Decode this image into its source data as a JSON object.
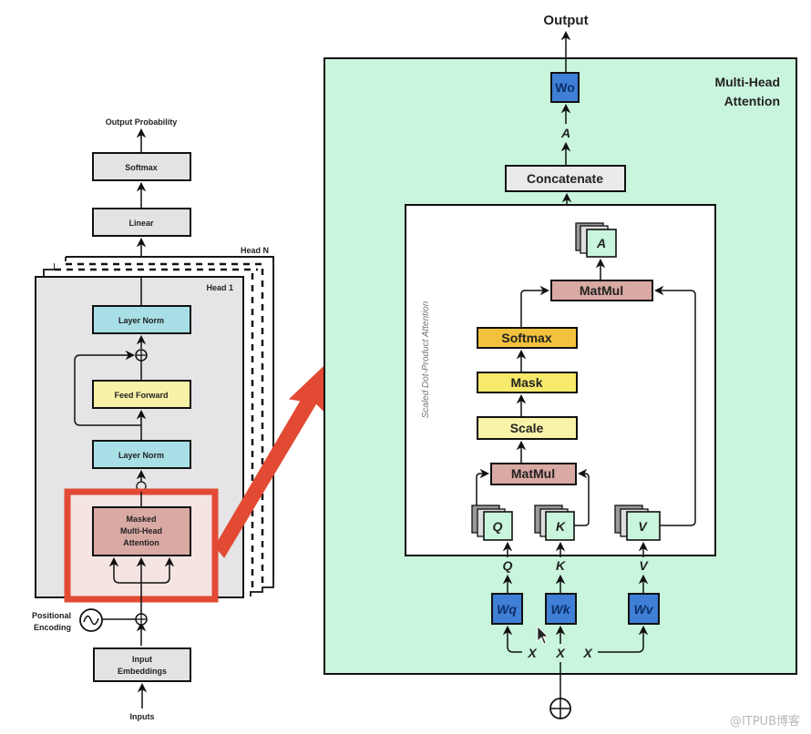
{
  "colors": {
    "accent_red": "#e24a33",
    "mha_bg": "#c8f5dc",
    "layer_norm": "#a8dfe6",
    "feed_forward": "#f7f2a6",
    "attention_pink": "#d9a9a3",
    "weight_blue": "#3f7fd6",
    "softmax_orange": "#f3c23d",
    "mask_yellow": "#f7e96a",
    "scale_yellow": "#f8f3a8",
    "gray_box": "#e3e3e3"
  },
  "left": {
    "output_label": "Output Probability",
    "softmax": "Softmax",
    "linear": "Linear",
    "head_n": "Head N",
    "head_1": "Head 1",
    "layer_norm_top": "Layer Norm",
    "feed_forward": "Feed Forward",
    "layer_norm_bottom": "Layer Norm",
    "masked_mha": [
      "Masked",
      "Multi-Head",
      "Attention"
    ],
    "positional_encoding": [
      "Positional",
      "Encoding"
    ],
    "input_embeddings": [
      "Input",
      "Embeddings"
    ],
    "inputs_label": "Inputs"
  },
  "right": {
    "output_label": "Output",
    "title": [
      "Multi-Head",
      "Attention"
    ],
    "wo": "Wo",
    "a_label": "A",
    "concatenate": "Concatenate",
    "sdpa_title": "Scaled Dot-Product Attention",
    "a_stack": "A",
    "matmul_top": "MatMul",
    "softmax": "Softmax",
    "mask": "Mask",
    "scale": "Scale",
    "matmul_bottom": "MatMul",
    "q_stack": "Q",
    "k_stack": "K",
    "v_stack": "V",
    "q_label": "Q",
    "k_label": "K",
    "v_label": "V",
    "wq": "Wq",
    "wk": "Wk",
    "wv": "Wv",
    "x_labels": [
      "X",
      "X",
      "X"
    ]
  },
  "watermark": "@ITPUB博客"
}
